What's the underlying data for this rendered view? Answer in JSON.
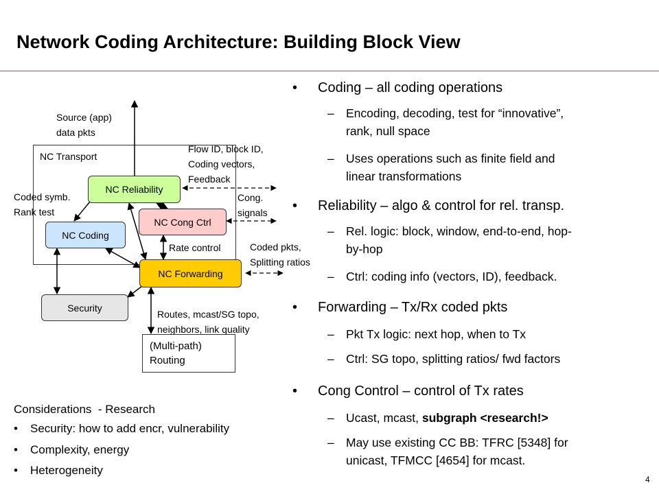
{
  "title": "Network Coding Architecture: Building Block View",
  "page_number": "4",
  "colors": {
    "title_rule": "#c0504d",
    "reliability_fill": "#ccff99",
    "cong_ctrl_fill": "#ffcccc",
    "coding_fill": "#cce5ff",
    "forwarding_fill": "#ffcc00",
    "security_fill": "#e6e6e6",
    "routing_fill": "#ffffff"
  },
  "diagram": {
    "source_label_1": "Source (app)",
    "source_label_2": "data pkts",
    "transport_label": "NC Transport",
    "flow_label_1": "Flow ID, block ID,",
    "flow_label_2": "Coding vectors,",
    "flow_label_3": "Feedback",
    "coded_symb_1": "Coded symb.",
    "coded_symb_2": "Rank test",
    "cong_signals_1": "Cong.",
    "cong_signals_2": "signals",
    "rate_control": "Rate control",
    "coded_pkts_1": "Coded pkts,",
    "coded_pkts_2": "Splitting ratios",
    "routes_1": "Routes, mcast/SG topo,",
    "routes_2": "neighbors, link quality",
    "blocks": {
      "reliability": "NC Reliability",
      "cong_ctrl": "NC Cong Ctrl",
      "coding": "NC Coding",
      "forwarding": "NC Forwarding",
      "security": "Security",
      "routing_1": "(Multi-path)",
      "routing_2": "Routing"
    }
  },
  "bullets": [
    {
      "text": "Coding – all coding operations",
      "subs": [
        [
          "Encoding, decoding, test for “innovative”,",
          "rank, null space"
        ],
        [
          "Uses operations such as finite field and",
          "linear transformations"
        ]
      ]
    },
    {
      "text": "Reliability – algo & control for rel. transp.",
      "subs": [
        [
          "Rel. logic: block, window, end-to-end, hop-",
          "by-hop"
        ],
        [
          "Ctrl: coding info (vectors, ID), feedback."
        ]
      ]
    },
    {
      "text": "Forwarding – Tx/Rx coded pkts",
      "subs": [
        [
          "Pkt Tx logic: next hop, when to Tx"
        ],
        [
          "Ctrl: SG topo, splitting ratios/ fwd factors"
        ]
      ]
    },
    {
      "text": "Cong Control – control of Tx rates",
      "subs": [
        [
          "Ucast, mcast, "
        ],
        [
          "May use existing CC BB: TFRC [5348] for",
          "unicast, TFMCC [4654] for mcast."
        ]
      ],
      "bold_suffix": "subgraph <research!>"
    }
  ],
  "considerations": {
    "heading": "Considerations  - Research",
    "items": [
      "Security: how to add encr, vulnerability",
      "Complexity, energy",
      "Heterogeneity"
    ]
  }
}
